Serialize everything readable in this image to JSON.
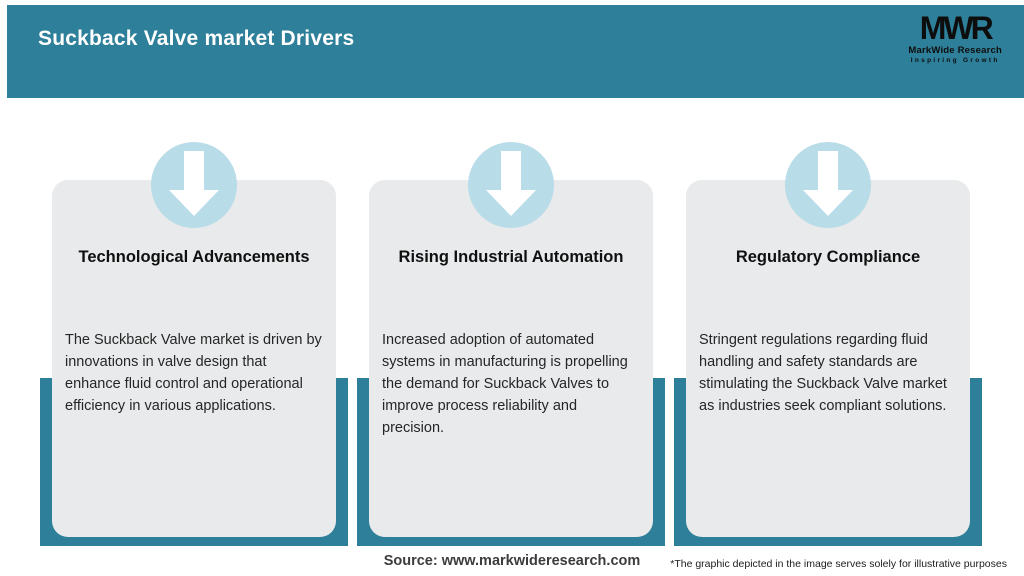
{
  "header": {
    "title": "Suckback Valve market Drivers",
    "logo": {
      "monogram": "MWR",
      "name": "MarkWide Research",
      "tagline": "Inspiring Growth"
    }
  },
  "cards": [
    {
      "icon": "down-arrow-icon",
      "title": "Technological Advancements",
      "body": "The Suckback Valve market is driven by innovations in valve design that enhance fluid control and operational efficiency in various applications."
    },
    {
      "icon": "down-arrow-icon",
      "title": "Rising Industrial Automation",
      "body": "Increased adoption of automated systems in manufacturing is propelling the demand for Suckback Valves to improve process reliability and precision."
    },
    {
      "icon": "down-arrow-icon",
      "title": "Regulatory Compliance",
      "body": "Stringent regulations regarding fluid handling and safety standards are stimulating the Suckback Valve market as industries seek compliant solutions."
    }
  ],
  "footer": {
    "source": "Source: www.markwideresearch.com",
    "disclaimer": "*The graphic depicted in the image serves solely for illustrative purposes"
  },
  "colors": {
    "header_teal": "#2E7F99",
    "frame_teal": "#2E7F99",
    "card_gray": "#E8EAEB",
    "circle_blue": "#B9DCE9"
  }
}
